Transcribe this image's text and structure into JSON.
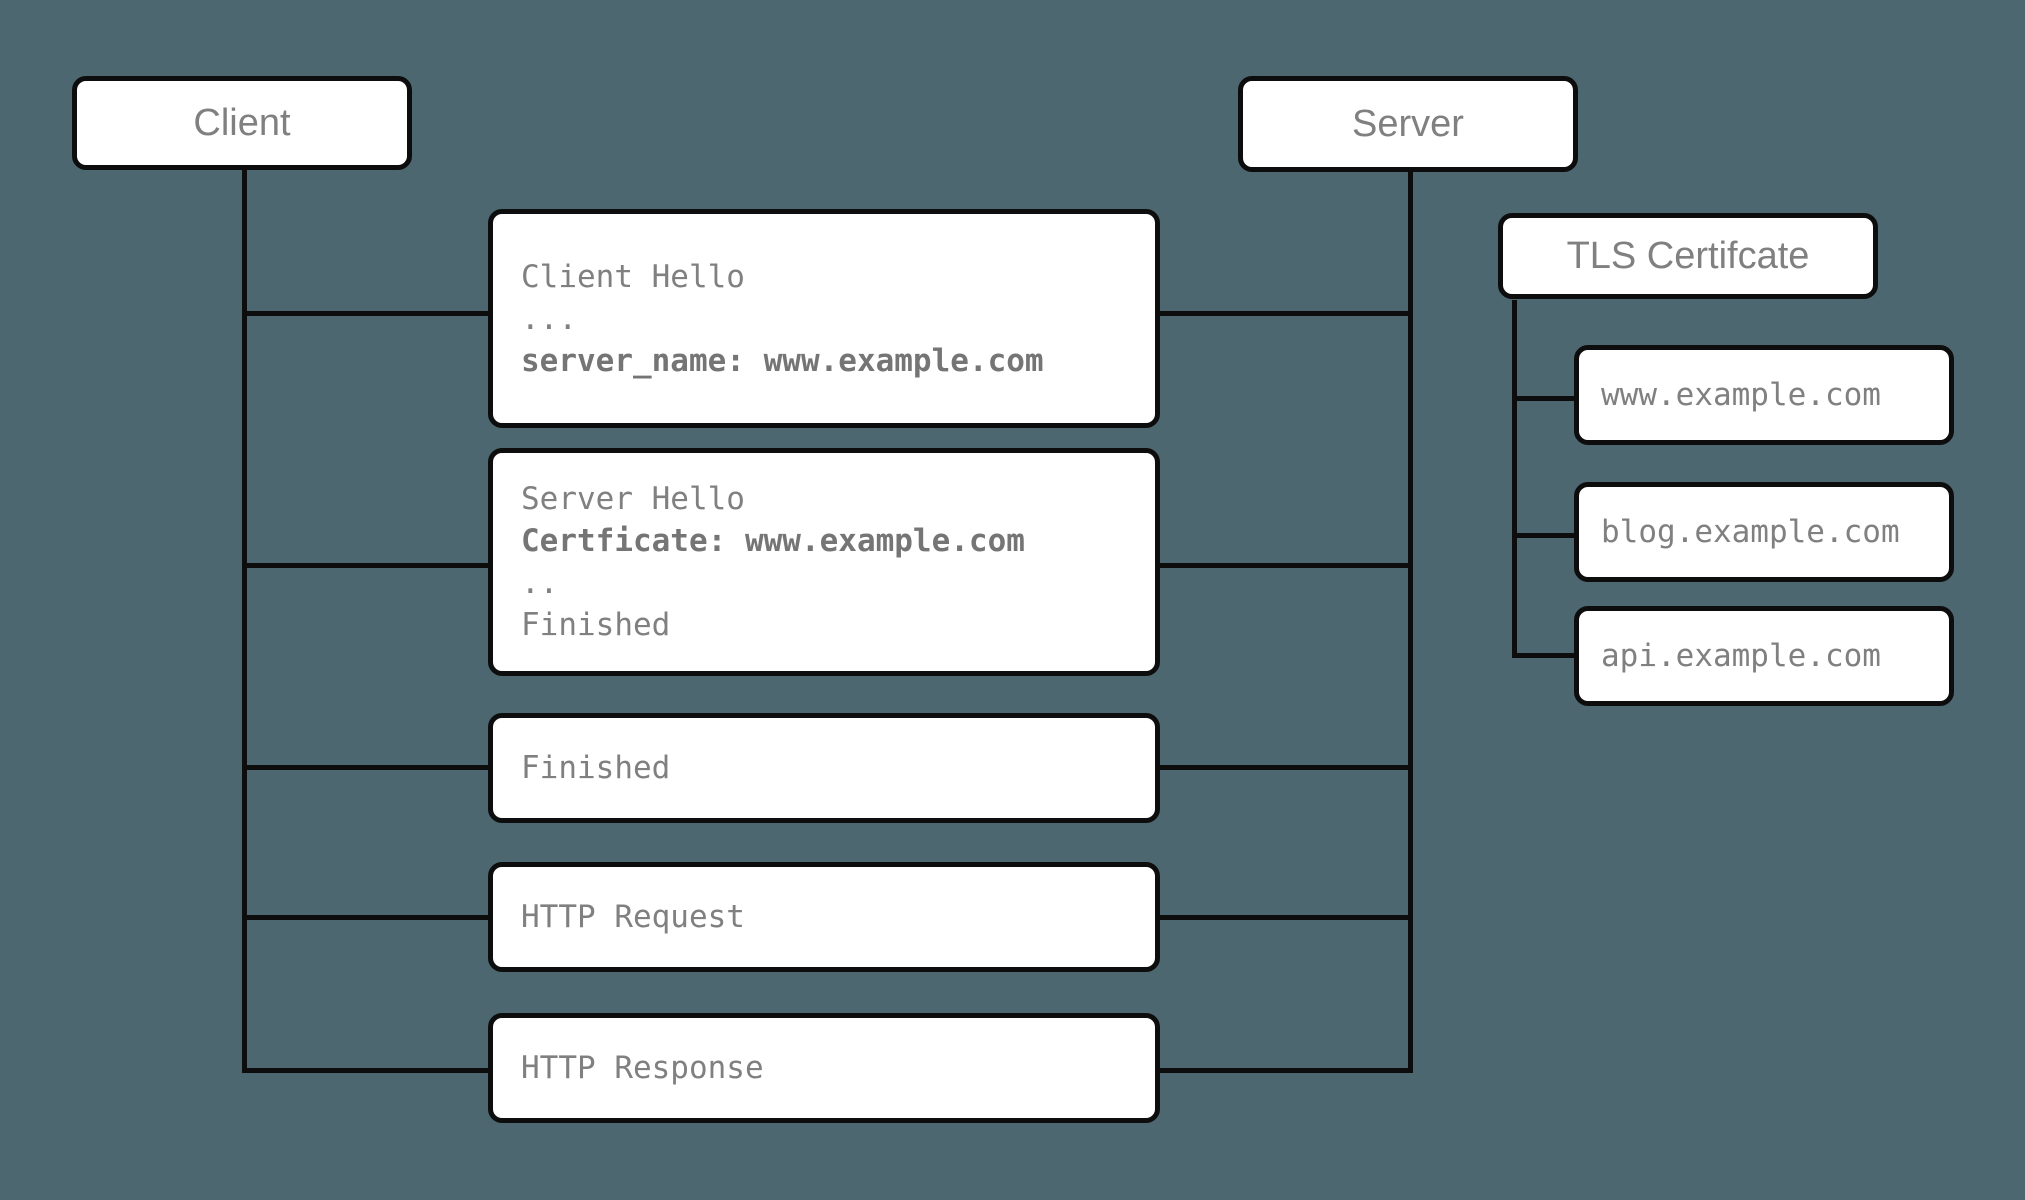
{
  "diagram": {
    "title": "TLS SNI handshake sequence",
    "background_color": "#4d6771",
    "line_color": "#0d0d0d",
    "text_color": "#808080",
    "box_fill": "#ffffff"
  },
  "actors": {
    "client": {
      "label": "Client"
    },
    "server": {
      "label": "Server"
    }
  },
  "messages": [
    {
      "id": "client-hello",
      "lines": [
        {
          "text": "Client Hello",
          "bold": false
        },
        {
          "text": "...",
          "bold": false
        },
        {
          "text": "server_name: www.example.com",
          "bold": true
        }
      ]
    },
    {
      "id": "server-hello",
      "lines": [
        {
          "text": "Server Hello",
          "bold": false
        },
        {
          "text": "Certficate: www.example.com",
          "bold": true
        },
        {
          "text": "..",
          "bold": false
        },
        {
          "text": "Finished",
          "bold": false
        }
      ]
    },
    {
      "id": "finished",
      "lines": [
        {
          "text": "Finished",
          "bold": false
        }
      ]
    },
    {
      "id": "http-request",
      "lines": [
        {
          "text": "HTTP Request",
          "bold": false
        }
      ]
    },
    {
      "id": "http-response",
      "lines": [
        {
          "text": "HTTP Response",
          "bold": false
        }
      ]
    }
  ],
  "certificate": {
    "label": "TLS Certifcate",
    "domains": [
      {
        "name": "www.example.com"
      },
      {
        "name": "blog.example.com"
      },
      {
        "name": "api.example.com"
      }
    ]
  }
}
